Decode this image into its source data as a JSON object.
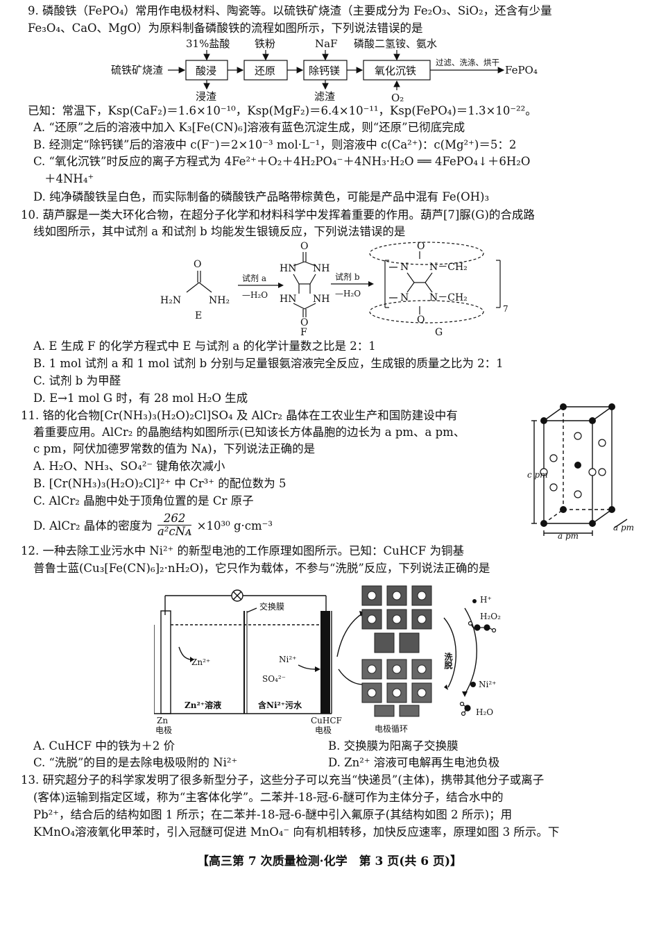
{
  "q9": {
    "stem1": "9. 磷酸铁（FePO₄）常用作电极材料、陶瓷等。以硫铁矿烧渣（主要成分为 Fe₂O₃、SiO₂，还含有少量",
    "stem2": "Fe₃O₄、CaO、MgO）为原料制备磷酸铁的流程如图所示，下列说法错误的是",
    "flow": {
      "start": "硫铁矿烧渣",
      "steps": [
        "酸浸",
        "还原",
        "除钙镁",
        "氧化沉铁"
      ],
      "inputs": [
        "31%盐酸",
        "铁粉",
        "NaF",
        "磷酸二氢铵、氨水"
      ],
      "outputs": [
        "浸渣",
        "滤渣",
        "O₂"
      ],
      "final_arrow": "过滤、洗涤、烘干",
      "product": "FePO₄"
    },
    "known": "已知：常温下，Ksp(CaF₂)＝1.6×10⁻¹⁰，Ksp(MgF₂)＝6.4×10⁻¹¹，Ksp(FePO₄)＝1.3×10⁻²²。",
    "optA": "A. “还原”之后的溶液中加入 K₃[Fe(CN)₆]溶液有蓝色沉淀生成，则“还原”已彻底完成",
    "optB": "B. 经测定“除钙镁”后的溶液中 c(F⁻)＝2×10⁻³ mol·L⁻¹，则溶液中 c(Ca²⁺)：c(Mg²⁺)＝5：2",
    "optC1": "C. “氧化沉铁”时反应的离子方程式为 4Fe²⁺＋O₂＋4H₂PO₄⁻＋4NH₃·H₂O ══ 4FePO₄↓＋6H₂O",
    "optC2": "＋4NH₄⁺",
    "optD": "D. 纯净磷酸铁呈白色，而实际制备的磷酸铁产品略带棕黄色，可能是产品中混有 Fe(OH)₃"
  },
  "q10": {
    "stem1": "10. 葫芦脲是一类大环化合物，在超分子化学和材料科学中发挥着重要的作用。葫芦[7]脲(G)的合成路",
    "stem2": "线如图所示，其中试剂 a 和试剂 b 均能发生银镜反应，下列说法错误的是",
    "scheme": {
      "reagent_a": "试剂 a",
      "reagent_b": "试剂 b",
      "minus_water": "—H₂O",
      "E": "E",
      "F": "F",
      "G": "G",
      "H2N": "H₂N",
      "NH2": "NH₂",
      "O": "O",
      "HN": "HN",
      "NH": "NH",
      "N": "N",
      "NCH2": "N－CH₂",
      "sub7": "7"
    },
    "optA": "A. E 生成 F 的化学方程式中 E 与试剂 a 的化学计量数之比是 2：1",
    "optB": "B. 1 mol 试剂 a 和 1 mol 试剂 b 分别与足量银氨溶液完全反应，生成银的质量之比为 2：1",
    "optC": "C. 试剂 b 为甲醛",
    "optD": "D. E→1 mol G 时，有 28 mol H₂O 生成"
  },
  "q11": {
    "stem1": "11. 铬的化合物[Cr(NH₃)₃(H₂O)₂Cl]SO₄ 及 AlCr₂ 晶体在工农业生产和国防建设中有",
    "stem2": "着重要应用。AlCr₂ 的晶胞结构如图所示(已知该长方体晶胞的边长为 a pm、a pm、",
    "stem3": "c pm，阿伏加德罗常数的值为 Nᴀ)，下列说法正确的是",
    "optA": "A. H₂O、NH₃、SO₄²⁻ 键角依次减小",
    "optB": "B. [Cr(NH₃)₃(H₂O)₂Cl]²⁺ 中 Cr³⁺ 的配位数为 5",
    "optC": "C. AlCr₂ 晶胞中处于顶角位置的是 Cr 原子",
    "optD_pre": "D. AlCr₂ 晶体的密度为",
    "optD_num": "262",
    "optD_den": "a²cNᴀ",
    "optD_post": "×10³⁰ g·cm⁻³",
    "cell": {
      "c_label": "c pm",
      "a_label1": "a pm",
      "a_label2": "a pm"
    }
  },
  "q12": {
    "stem1": "12. 一种去除工业污水中 Ni²⁺ 的新型电池的工作原理如图所示。已知：CuHCF 为铜基",
    "stem2": "普鲁士蓝(Cu₃[Fe(CN)₆]₂·nH₂O)，它只作为载体，不参与“洗脱”反应，下列说法正确的是",
    "fig": {
      "membrane": "交换膜",
      "zn_ion": "Zn²⁺",
      "ni_ion": "Ni²⁺",
      "so4": "SO₄²⁻",
      "left_sol": "Zn²⁺溶液",
      "right_sol": "含Ni²⁺污水",
      "zn_elec1": "Zn",
      "zn_elec2": "电极",
      "cu_elec1": "CuHCF",
      "cu_elec2": "电极",
      "cycle": "电极循环",
      "elute": "洗脱",
      "h_plus": "H⁺",
      "h2o2": "H₂O₂",
      "ni_out": "Ni²⁺",
      "h2o": "H₂O"
    },
    "optA": "A. CuHCF 中的铁为＋2 价",
    "optB": "B. 交换膜为阳离子交换膜",
    "optC": "C. “洗脱”的目的是去除电极吸附的 Ni²⁺",
    "optD": "D. Zn²⁺ 溶液可电解再生电池负极"
  },
  "q13": {
    "line1": "13. 研究超分子的科学家发明了很多新型分子，这些分子可以充当“快递员”(主体)，携带其他分子或离子",
    "line2": "(客体)运输到指定区域，称为“主客体化学”。二苯并-18-冠-6-醚可作为主体分子，结合水中的",
    "line3": "Pb²⁺，结合后的结构如图 1 所示；在二苯并-18-冠-6-醚中引入氟原子(其结构如图 2 所示)；用",
    "line4": "KMnO₄溶液氧化甲苯时，引入冠醚可促进 MnO₄⁻ 向有机相转移，加快反应速率，原理如图 3 所示。下"
  },
  "footer": "【高三第 7 次质量检测·化学　第 3 页(共 6 页)】"
}
